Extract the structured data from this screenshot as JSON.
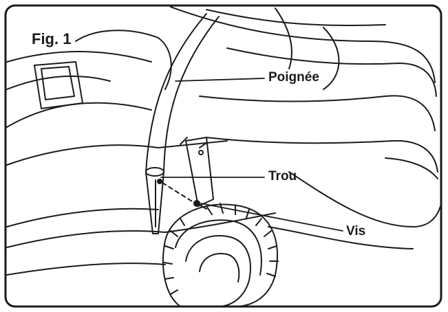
{
  "figure": {
    "title": "Fig. 1",
    "callouts": {
      "handle": "Poignée",
      "hole": "Trou",
      "screw": "Vis"
    }
  },
  "colors": {
    "ink": "#1a1a1a",
    "paper": "#ffffff"
  }
}
